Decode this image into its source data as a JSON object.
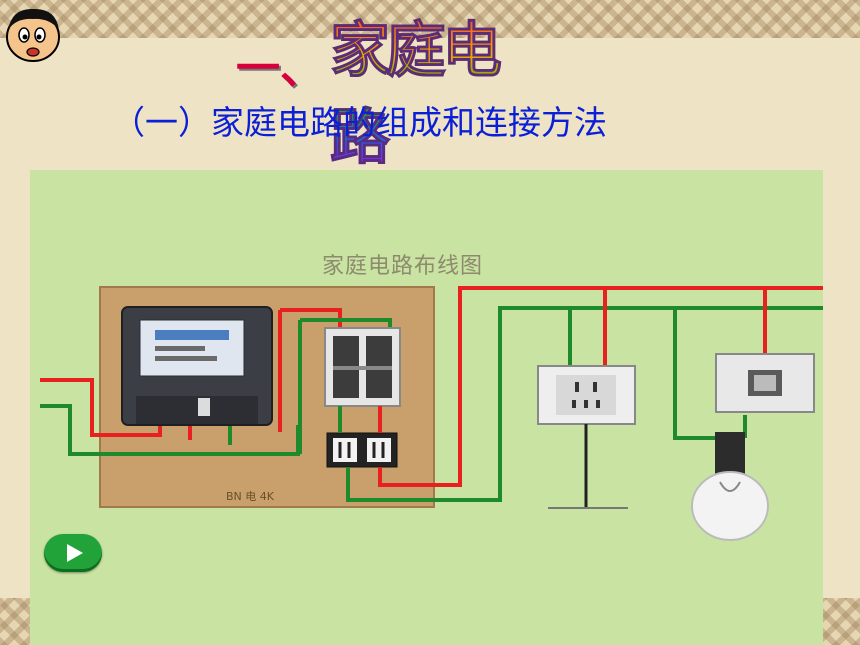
{
  "slide": {
    "title_number": "一、",
    "title": "家庭电路",
    "subtitle": "（一）家庭电路的组成和连接方法"
  },
  "diagram": {
    "title": "家庭电路布线图",
    "meter_caption": "BN 电 4K",
    "play_icon": "play-icon",
    "colors": {
      "live_wire": "#e8201f",
      "neutral_wire": "#1f8a2b",
      "board": "#c9a06b",
      "panel_bg": "#c9e3a2",
      "play": "#22a33a"
    }
  }
}
